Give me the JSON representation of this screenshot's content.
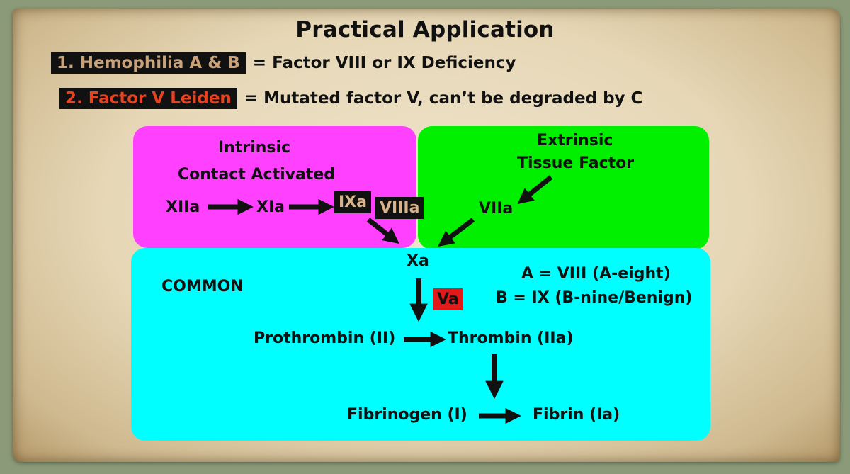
{
  "title": "Practical Application",
  "notes": [
    {
      "tag": "1. Hemophilia A & B",
      "text": "= Factor VIII or IX Deficiency",
      "tag_color": "#c9a27a"
    },
    {
      "tag": "2. Factor V Leiden",
      "text": "= Mutated factor V, can’t be degraded by C",
      "tag_color": "#e8421f"
    }
  ],
  "intrinsic": {
    "title_line1": "Intrinsic",
    "title_line2": "Contact Activated",
    "xiia": "XIIa",
    "xia": "XIa",
    "ixa": "IXa",
    "viiia": "VIIIa",
    "color": "#ff40ff"
  },
  "extrinsic": {
    "title_line1": "Extrinsic",
    "title_line2": "Tissue Factor",
    "viia": "VIIa",
    "color": "#00f000"
  },
  "common": {
    "label": "COMMON",
    "xa": "Xa",
    "va": "Va",
    "prothrombin": "Prothrombin (II)",
    "thrombin": "Thrombin (IIa)",
    "fibrinogen": "Fibrinogen (I)",
    "fibrin": "Fibrin (Ia)",
    "note_a": "A = VIII (A-eight)",
    "note_b": "B = IX (B-nine/Benign)",
    "color": "#00ffff"
  }
}
